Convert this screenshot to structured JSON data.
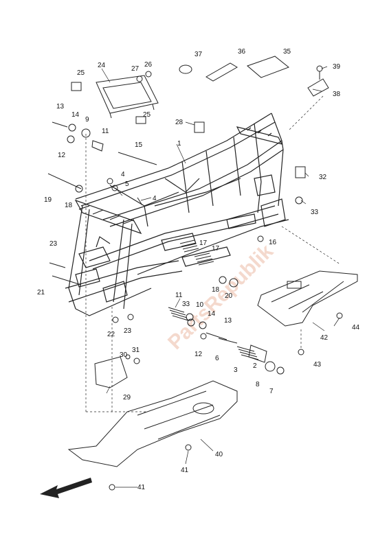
{
  "diagram": {
    "watermark": "PartsRepublik",
    "direction_arrow": "arrow-front-icon",
    "callouts": [
      {
        "label": "1"
      },
      {
        "label": "2"
      },
      {
        "label": "3"
      },
      {
        "label": "4"
      },
      {
        "label": "4"
      },
      {
        "label": "5"
      },
      {
        "label": "6"
      },
      {
        "label": "7"
      },
      {
        "label": "8"
      },
      {
        "label": "9"
      },
      {
        "label": "10"
      },
      {
        "label": "11"
      },
      {
        "label": "11"
      },
      {
        "label": "12"
      },
      {
        "label": "12"
      },
      {
        "label": "13"
      },
      {
        "label": "13"
      },
      {
        "label": "14"
      },
      {
        "label": "14"
      },
      {
        "label": "15"
      },
      {
        "label": "16"
      },
      {
        "label": "17"
      },
      {
        "label": "17"
      },
      {
        "label": "18"
      },
      {
        "label": "18"
      },
      {
        "label": "19"
      },
      {
        "label": "20"
      },
      {
        "label": "21"
      },
      {
        "label": "22"
      },
      {
        "label": "23"
      },
      {
        "label": "23"
      },
      {
        "label": "24"
      },
      {
        "label": "25"
      },
      {
        "label": "25"
      },
      {
        "label": "26"
      },
      {
        "label": "27"
      },
      {
        "label": "28"
      },
      {
        "label": "29"
      },
      {
        "label": "30"
      },
      {
        "label": "31"
      },
      {
        "label": "32"
      },
      {
        "label": "33"
      },
      {
        "label": "33"
      },
      {
        "label": "35"
      },
      {
        "label": "36"
      },
      {
        "label": "37"
      },
      {
        "label": "38"
      },
      {
        "label": "39"
      },
      {
        "label": "40"
      },
      {
        "label": "41"
      },
      {
        "label": "41"
      },
      {
        "label": "42"
      },
      {
        "label": "43"
      },
      {
        "label": "44"
      }
    ]
  }
}
